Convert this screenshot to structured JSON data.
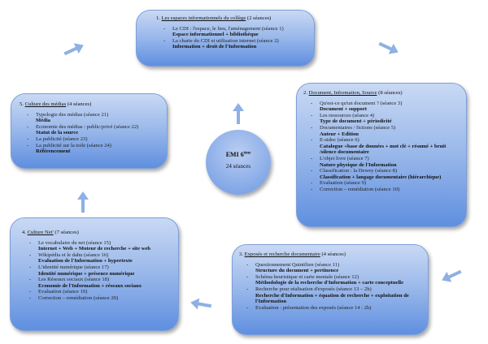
{
  "center": {
    "title": "EMI 6",
    "sup": "ème",
    "sub": "24 séances"
  },
  "boxes": [
    {
      "num": "1.",
      "title": "Les espaces informationnels du collège",
      "count": "(2 séances)",
      "items": [
        {
          "s": "Le CDI : l'espace, le lieu, l'aménagement (séance 1)",
          "b": "Espace informationnel + bibliothèque"
        },
        {
          "s": "La charte du CDI et utilisation internet (séance 2)",
          "b": "Information +  droit de l'Information"
        }
      ]
    },
    {
      "num": "2.",
      "title": "Document, Information, Source",
      "count": "(8 séances)",
      "items": [
        {
          "s": "Qu'est-ce qu'un document ? (séance 3)",
          "b": "Document  + support"
        },
        {
          "s": "Les ressources (séance 4)",
          "b": "Type de document + périodicité"
        },
        {
          "s": "Documentaires / fictions (séance 5)",
          "b": "Auteur + Edition"
        },
        {
          "s": "E-sidoc (séance 6)",
          "b": "Catalogue +base de données + mot clé + résumé + bruit /silence documentaire"
        },
        {
          "s": "L'objet livre (séance 7)",
          "b": "Nature physique de l'Information"
        },
        {
          "s": "Classification : la Dewey (séance 8)",
          "b": "Classification +  langage documentaire (hiérarchique)"
        },
        {
          "s": "Evaluation (séance 9)",
          "b": ""
        },
        {
          "s": "Correction – remédiation (séance 10)",
          "b": ""
        }
      ]
    },
    {
      "num": "3.",
      "title": "Exposés et recherche documentaire",
      "count": "(4 séances)",
      "items": [
        {
          "s": "Questionnement Quintilien (séance 11)",
          "b": "Structure du document + pertinence"
        },
        {
          "s": "Schéma heuristique et carte mentale (séance 12)",
          "b": "Méthodologie de la recherche d'Information + carte conceptuelle"
        },
        {
          "s": "Recherche pour réalisation d'exposés (séance 13 – 2h)",
          "b": "Recherche d'Information + équation de recherche + exploitation de l'Information"
        },
        {
          "s": "Evaluation : présentation des exposés (séance 14 : 2h)",
          "b": ""
        }
      ]
    },
    {
      "num": "4.",
      "title": "Culture Net'",
      "count": "(7 séances)",
      "items": [
        {
          "s": "Le vocabulaire du net (séance 15)",
          "b": "Internet + Web + Moteur de recherche + site web"
        },
        {
          "s": "Wikipédia et le dahu  (séance 16)",
          "b": "Evaluation de l'Information + hypertexte"
        },
        {
          "s": "L'identité numérique (séance 17)",
          "b": "Identité numérique  + présence numérique"
        },
        {
          "s": "Les Réseaux sociaux (séance 18)",
          "b": "Economie de l'Information + réseaux sociaux"
        },
        {
          "s": "Evaluation  (séance 19)",
          "b": ""
        },
        {
          "s": "Correction – remédiation (séance 20)",
          "b": ""
        }
      ]
    },
    {
      "num": "5.",
      "title": "Culture des médias",
      "count": "(4 séances)",
      "items": [
        {
          "s": "Typologie des médias  (séance 21)",
          "b": "Média"
        },
        {
          "s": "Economie des médias : public/privé (séance 22)",
          "b": "Statut de la source"
        },
        {
          "s": "La publicité (séance 23)",
          "b": ""
        },
        {
          "s": "La publicité sur la toile (séance 24)",
          "b": "Référencement"
        }
      ]
    }
  ],
  "colors": {
    "box": "#98b7ea",
    "arrow": "#8eb0e4"
  }
}
